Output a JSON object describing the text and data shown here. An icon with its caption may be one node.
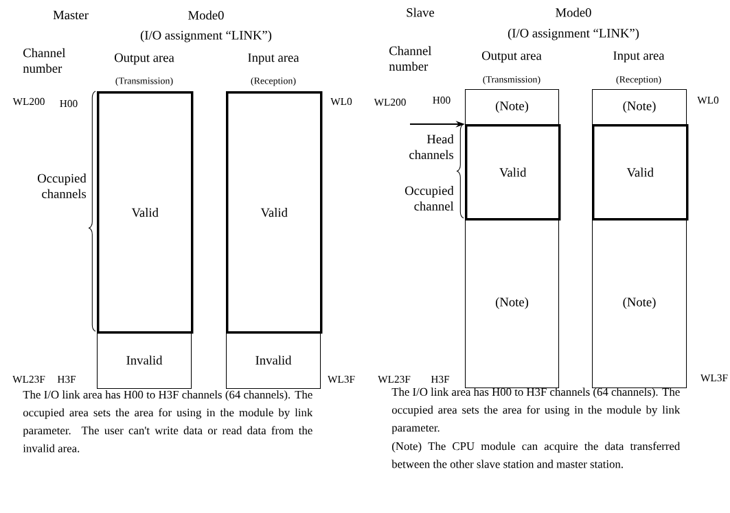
{
  "diagram": {
    "nodes": [
      {
        "text": [
          "Valid"
        ]
      },
      {
        "text": [
          "Invalid"
        ]
      },
      {
        "text": [
          "Valid"
        ]
      },
      {
        "text": [
          "Invalid"
        ]
      },
      {
        "text": [
          "(Note)"
        ]
      },
      {
        "text": [
          "Valid"
        ]
      },
      {
        "text": [
          "(Note)"
        ]
      },
      {
        "text": [
          "(Note)"
        ]
      },
      {
        "text": [
          "Valid"
        ]
      },
      {
        "text": [
          "(Note)"
        ]
      }
    ],
    "edges": [
      {
        "from": null,
        "to": 5,
        "arrow": "to"
      }
    ],
    "labels": [
      "Master",
      "Mode0",
      "(I/O assignment “LINK”)",
      "Channel number",
      "Output area",
      "(Transmission)",
      "Input area",
      "(Reception)",
      "WL200",
      "H00",
      "WL0",
      "Occupied channels",
      "WL23F",
      "H3F",
      "WL3F",
      "The I/O link area has H00 to H3F channels (64 channels). The occupied area sets the area for using in the module by link parameter. The user can't write data or read data from the invalid area.",
      "Slave",
      "Mode0",
      "(I/O assignment “LINK”)",
      "Channel number",
      "Output area",
      "(Transmission)",
      "Input area",
      "(Reception)",
      "WL200",
      "H00",
      "WL0",
      "Head channels",
      "Occupied channel",
      "WL23F",
      "H3F",
      "WL3F",
      "The I/O link area has H00 to H3F channels (64 channels). The occupied area sets the area for using in the module by link parameter.",
      "(Note) The CPU module can acquire the data transferred between the other slave station and master station."
    ]
  }
}
